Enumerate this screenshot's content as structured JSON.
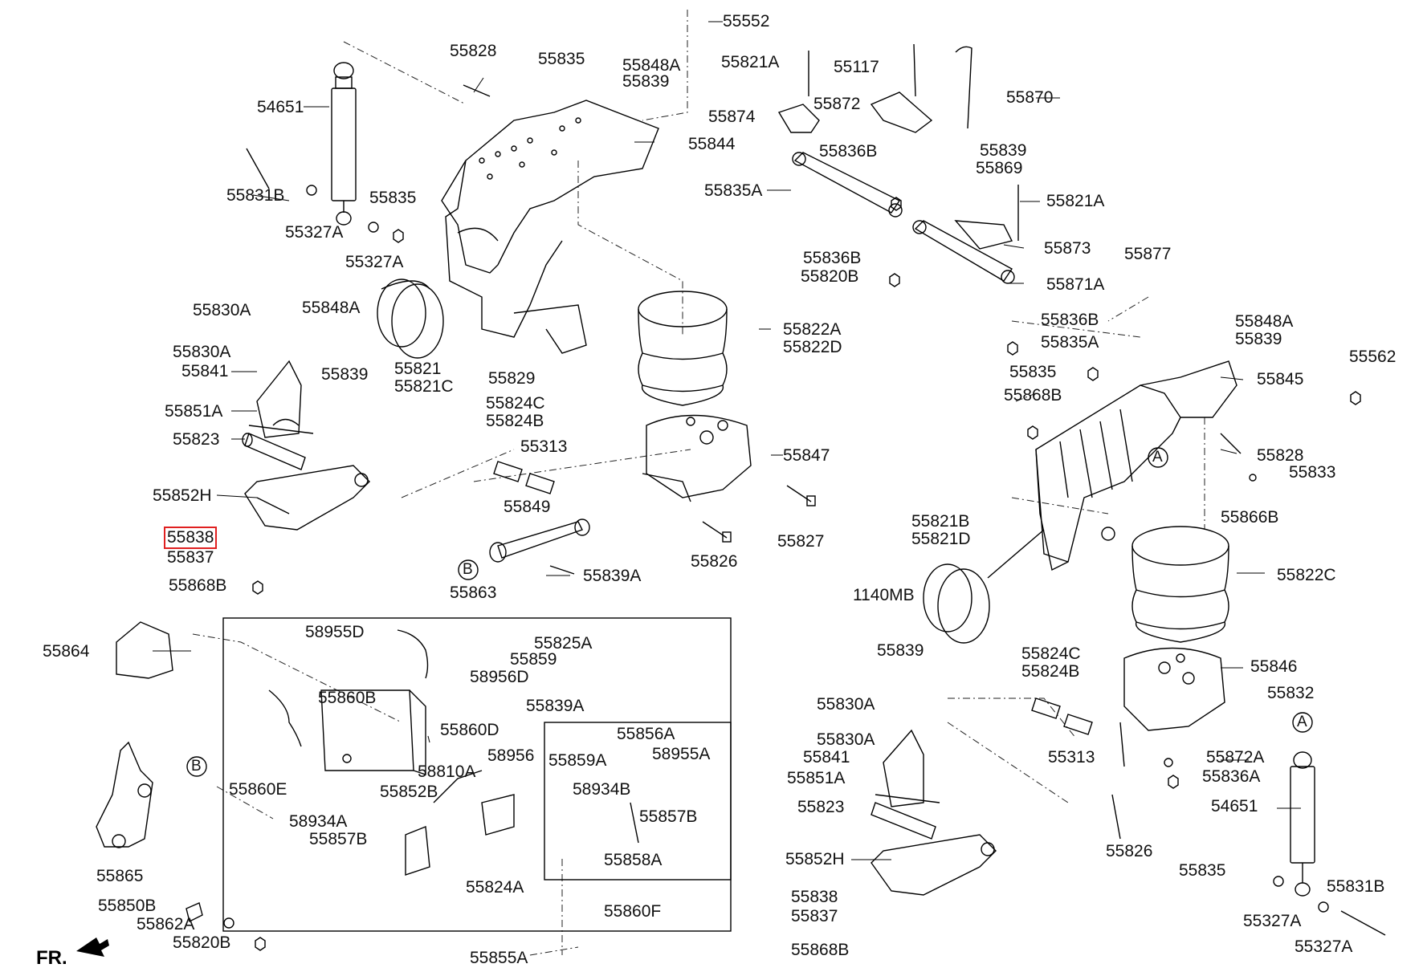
{
  "diagram": {
    "highlight_color": "#e02020",
    "direction_label": "FR.",
    "callouts": [
      "A",
      "B"
    ],
    "labels": [
      "55552",
      "55828",
      "55835",
      "55848A",
      "55839",
      "55821A",
      "55117",
      "55870",
      "54651",
      "55874",
      "55872",
      "55844",
      "55836B",
      "55839",
      "55869",
      "55831B",
      "55835",
      "55835A",
      "55821A",
      "55327A",
      "55327A",
      "55873",
      "55836B",
      "55820B",
      "55871A",
      "55877",
      "55830A",
      "55848A",
      "55836B",
      "55848A",
      "55839",
      "55821",
      "55821C",
      "55829",
      "55822A",
      "55822D",
      "55839",
      "55830A",
      "55835A",
      "55562",
      "55841",
      "55835",
      "55845",
      "55851A",
      "55824C",
      "55824B",
      "55868B",
      "55823",
      "55313",
      "55847",
      "55828",
      "55852H",
      "55849",
      "55833",
      "55838",
      "55866B",
      "55837",
      "55826",
      "55827",
      "55821B",
      "55821D",
      "55868B",
      "55839A",
      "55863",
      "55822C",
      "1140MB",
      "58955D",
      "55825A",
      "55839",
      "55864",
      "55859",
      "58956D",
      "55824C",
      "55824B",
      "55846",
      "55860B",
      "55839A",
      "55832",
      "55830A",
      "55860D",
      "55856A",
      "58956",
      "55859A",
      "58955A",
      "55830A",
      "58810A",
      "55841",
      "55313",
      "55872A",
      "55860E",
      "58934B",
      "55851A",
      "55836A",
      "55852B",
      "55857B",
      "55823",
      "54651",
      "58934A",
      "55857B",
      "55865",
      "55858A",
      "55826",
      "55824A",
      "55852H",
      "55835",
      "55831B",
      "55850B",
      "55838",
      "55860F",
      "55862A",
      "55837",
      "55327A",
      "55820B",
      "55327A",
      "55868B",
      "55855A"
    ]
  }
}
